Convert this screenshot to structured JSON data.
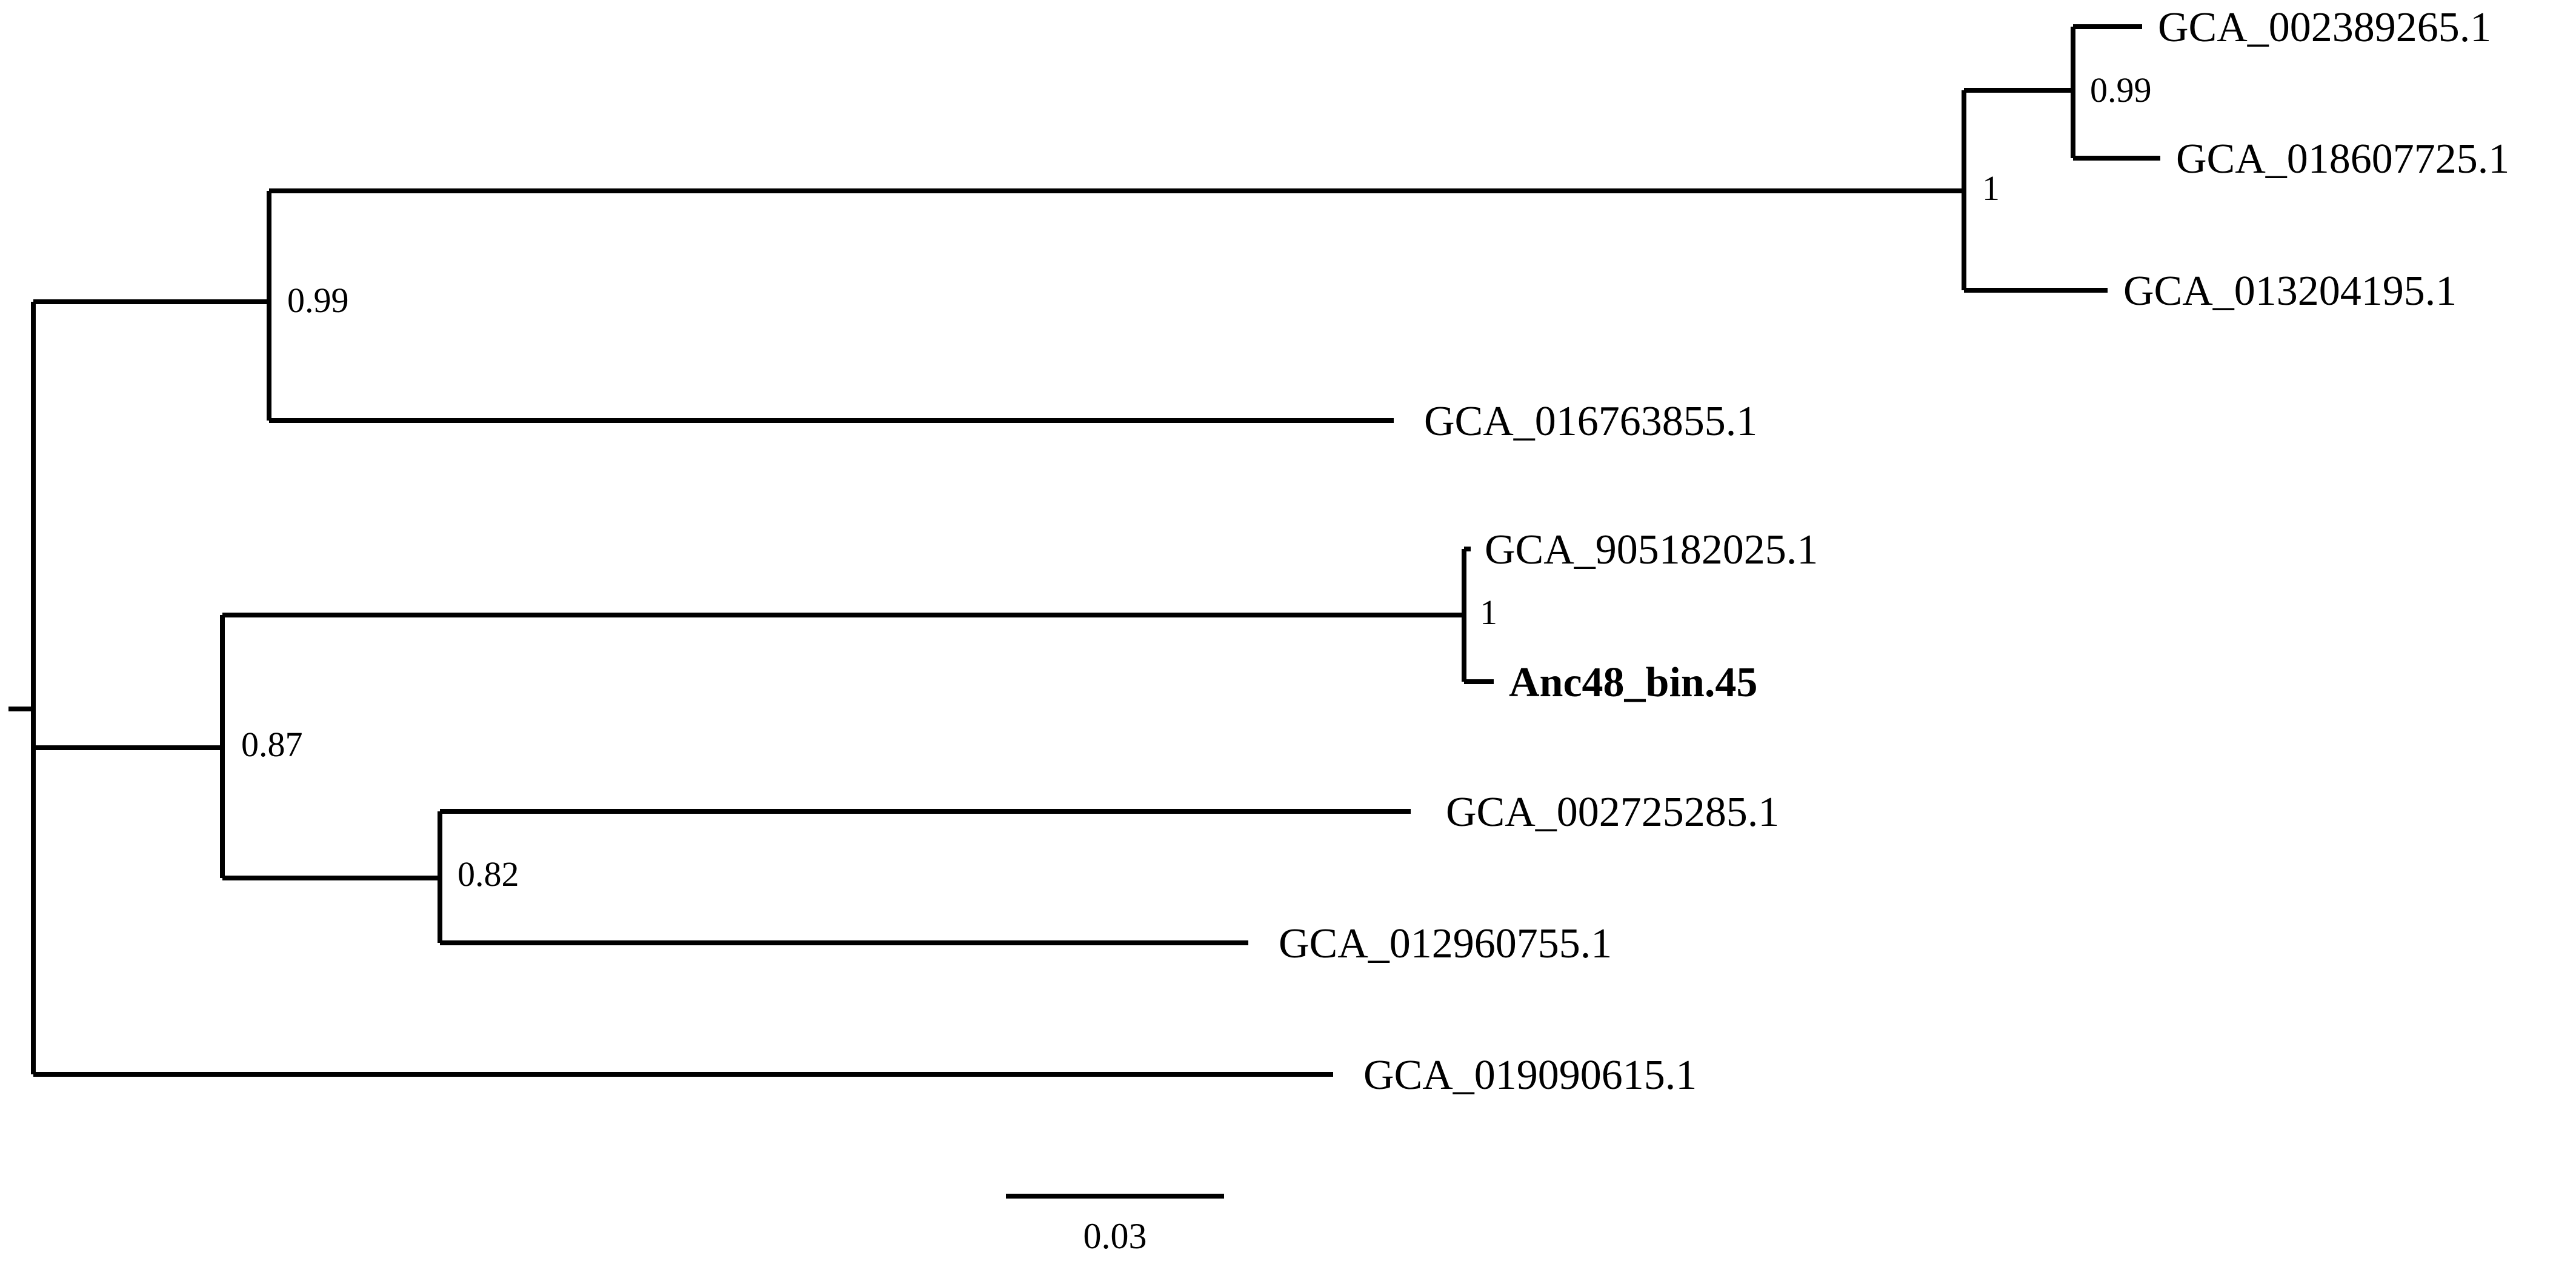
{
  "tips": [
    {
      "id": "t1",
      "label": "GCA_002389265.1",
      "bold": false
    },
    {
      "id": "t2",
      "label": "GCA_018607725.1",
      "bold": false
    },
    {
      "id": "t3",
      "label": "GCA_013204195.1",
      "bold": false
    },
    {
      "id": "t4",
      "label": "GCA_016763855.1",
      "bold": false
    },
    {
      "id": "t5",
      "label": "GCA_905182025.1",
      "bold": false
    },
    {
      "id": "t6",
      "label": "Anc48_bin.45",
      "bold": true
    },
    {
      "id": "t7",
      "label": "GCA_002725285.1",
      "bold": false
    },
    {
      "id": "t8",
      "label": "GCA_012960755.1",
      "bold": false
    },
    {
      "id": "t9",
      "label": "GCA_019090615.1",
      "bold": false
    }
  ],
  "support_values": {
    "clade_t1_t2": "0.99",
    "clade_t1_t3": "1",
    "clade_t1_t4": "0.99",
    "clade_t5_t6": "1",
    "clade_t5_t8": "0.87",
    "clade_t7_t8": "0.82"
  },
  "scale_bar": {
    "label": "0.03",
    "length": 0.03
  }
}
